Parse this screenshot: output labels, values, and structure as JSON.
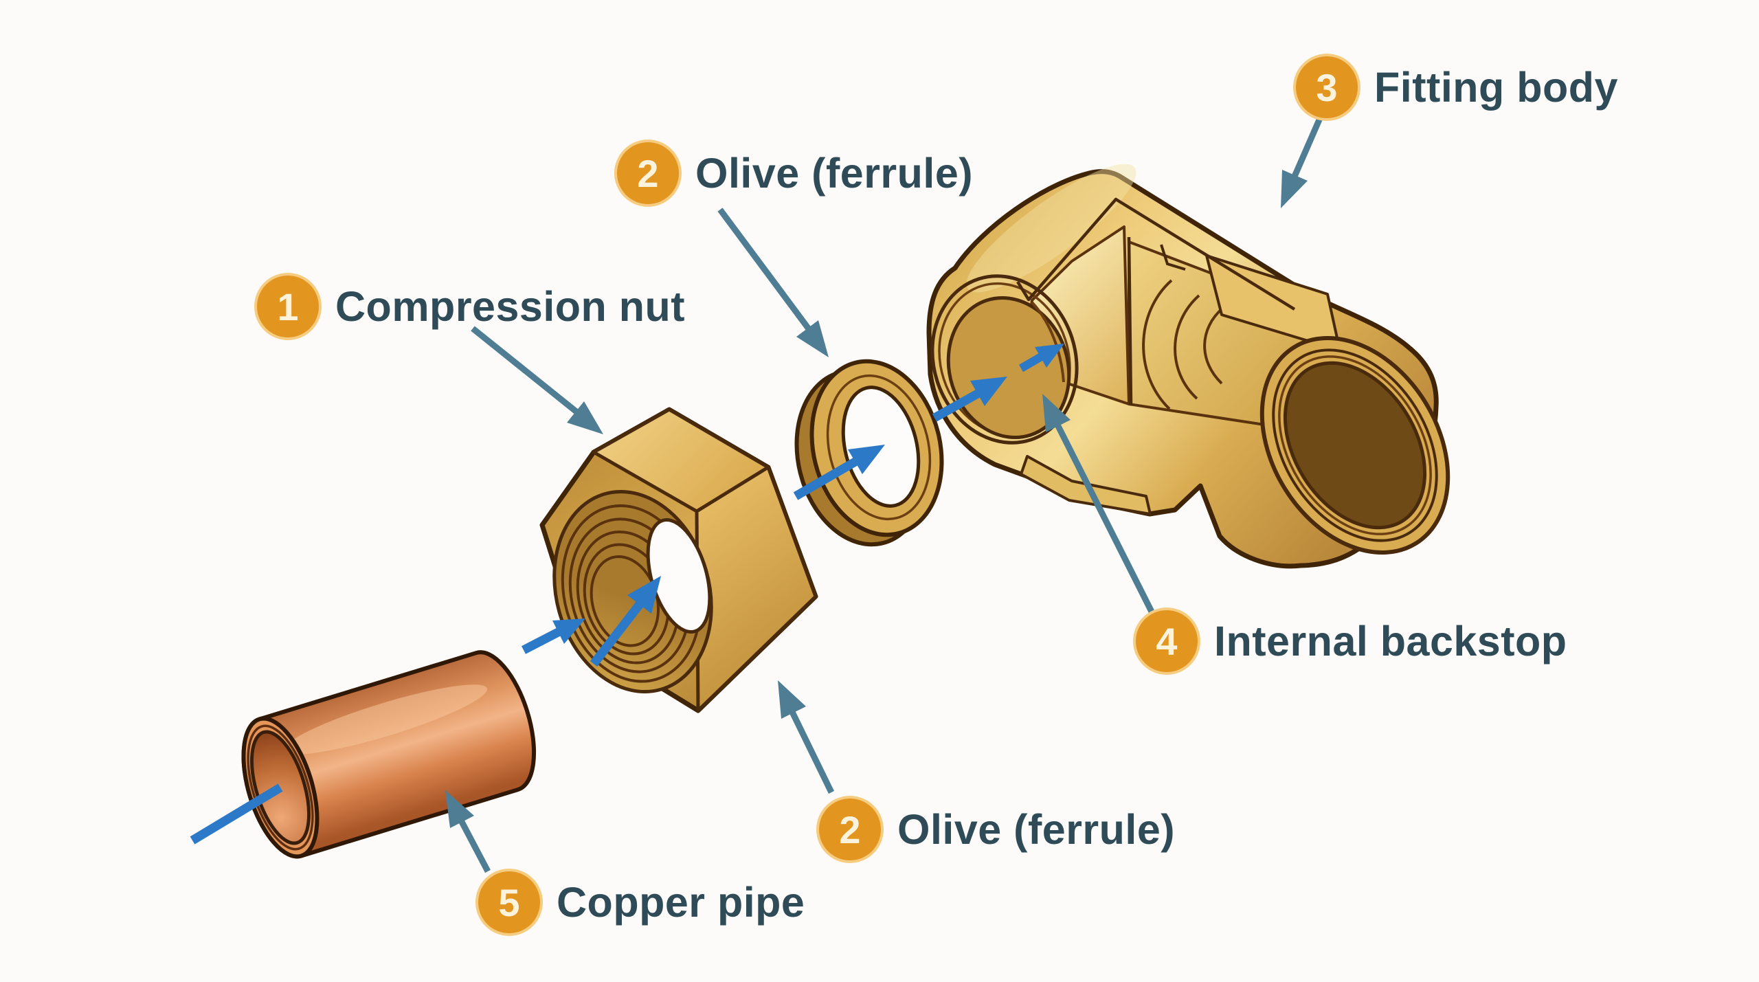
{
  "figure": {
    "type": "exploded-diagram",
    "subject": "Compression fitting assembly",
    "background": "#FCFBF9"
  },
  "labels": [
    {
      "id": "compression-nut",
      "number": "1",
      "text": "Compression nut"
    },
    {
      "id": "olive-ferrule-top",
      "number": "2",
      "text": "Olive (ferrule)"
    },
    {
      "id": "fitting-body",
      "number": "3",
      "text": "Fitting body"
    },
    {
      "id": "internal-backstop",
      "number": "4",
      "text": "Internal backstop"
    },
    {
      "id": "olive-ferrule-bottom",
      "number": "2",
      "text": "Olive (ferrule)"
    },
    {
      "id": "copper-pipe",
      "number": "5",
      "text": "Copper pipe"
    }
  ],
  "parts": [
    "Copper pipe",
    "Compression nut",
    "Olive (ferrule)",
    "Fitting body",
    "Internal backstop"
  ],
  "colors": {
    "background": "#FCFBF9",
    "badge-fill": "#E2951F",
    "badge-ring": "#F6CC80",
    "badge-text": "#FBF3DC",
    "label-ink": "#2F4B58",
    "leader-arrow": "#4F7D93",
    "assembly-arrow": "#2B79C7",
    "brass": "#D9AC52",
    "copper": "#D9834C"
  }
}
